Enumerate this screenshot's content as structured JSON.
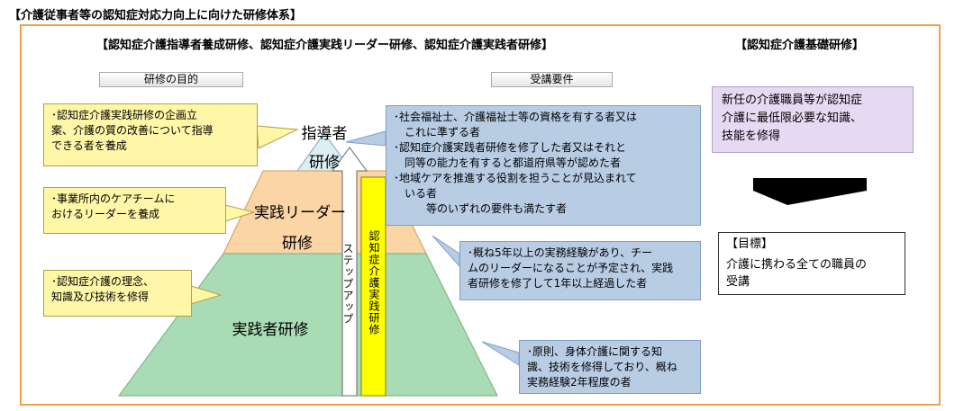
{
  "title": "【介護従事者等の認知症対応力向上に向けた研修体系】",
  "left_heading": "【認知症介護指導者養成研修、認知症介護実践リーダー研修、認知症介護実践者研修】",
  "right_heading": "【認知症介護基礎研修】",
  "scroll_purpose": "研修の目的",
  "scroll_requirements": "受講要件",
  "pyramid": {
    "top_1": "指導者",
    "top_2": "研修",
    "mid_1": "実践リーダー",
    "mid_2": "研修",
    "bottom": "実践者研修"
  },
  "step_up": "ステップアップ",
  "practice_training": "認知症介護実践研修",
  "purposes": [
    [
      "･認知症介護実践研修の企画立",
      "案、介護の質の改善について指導",
      "できる者を養成"
    ],
    [
      "･事業所内のケアチームに",
      "おけるリーダーを養成"
    ],
    [
      "･認知症介護の理念、",
      "知識及び技術を修得"
    ]
  ],
  "requirements_leader": [
    "･社会福祉士、介護福祉士等の資格を有する者又は",
    "　これに準ずる者",
    "･認知症介護実践者研修を修了した者又はそれと",
    "　同等の能力を有すると都道府県等が認めた者",
    "･地域ケアを推進する役割を担うことが見込まれて",
    "　いる者",
    "　　　等のいずれの要件も満たす者"
  ],
  "requirements_mid": [
    "･概ね5年以上の実務経験があり、チー",
    "ムのリーダーになることが予定され、実践",
    "者研修を修了して1年以上経過した者"
  ],
  "requirements_practitioner": [
    "･原則、身体介護に関する知",
    "識、技術を修得しており、概ね",
    "実務経験2年程度の者"
  ],
  "basic_training": [
    "新任の介護職員等が認知症",
    "介護に最低限必要な知識、",
    "技能を修得"
  ],
  "goal_label": "【目標】",
  "goal_text": [
    "介護に携わる全ての職員の",
    "受講"
  ],
  "colors": {
    "frame": "#f0a050",
    "tier_top": "#dbeef4",
    "tier_mid": "#fbd5a6",
    "tier_bottom": "#a9dcb4",
    "yellow_callout": "#fff7a8",
    "blue_callout": "#b8cce4",
    "purple_box": "#e6d9f2",
    "yellow_bar": "#ffff00"
  }
}
